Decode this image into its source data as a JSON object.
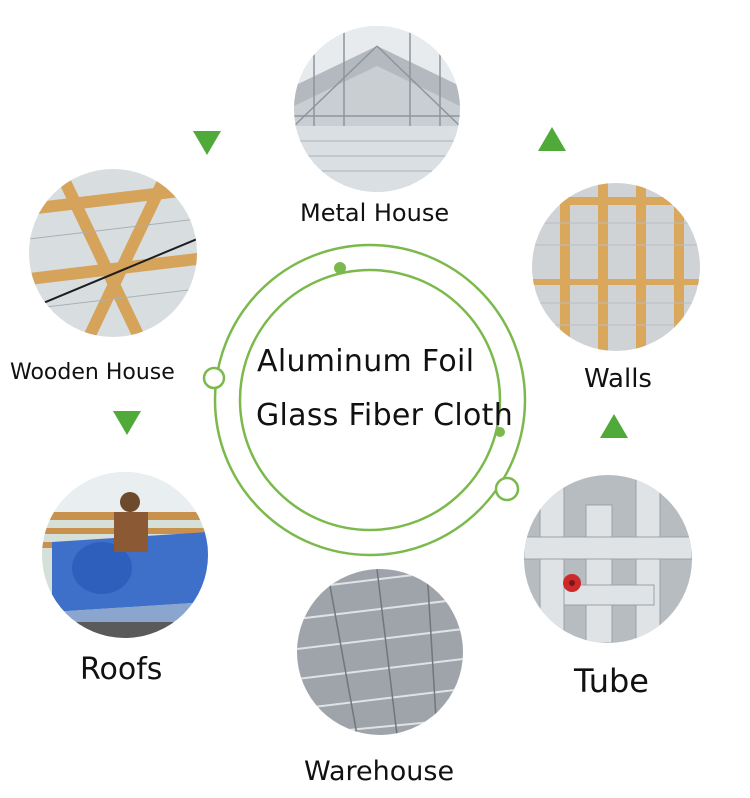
{
  "center": {
    "line1": "Aluminum Foil",
    "line2": "Glass Fiber Cloth"
  },
  "applications": [
    {
      "label": "Metal House"
    },
    {
      "label": "Walls"
    },
    {
      "label": "Tube"
    },
    {
      "label": "Warehouse"
    },
    {
      "label": "Roofs"
    },
    {
      "label": "Wooden House"
    }
  ],
  "colors": {
    "accent_green": "#7bb94c",
    "arrow_green": "#4faa3a"
  }
}
